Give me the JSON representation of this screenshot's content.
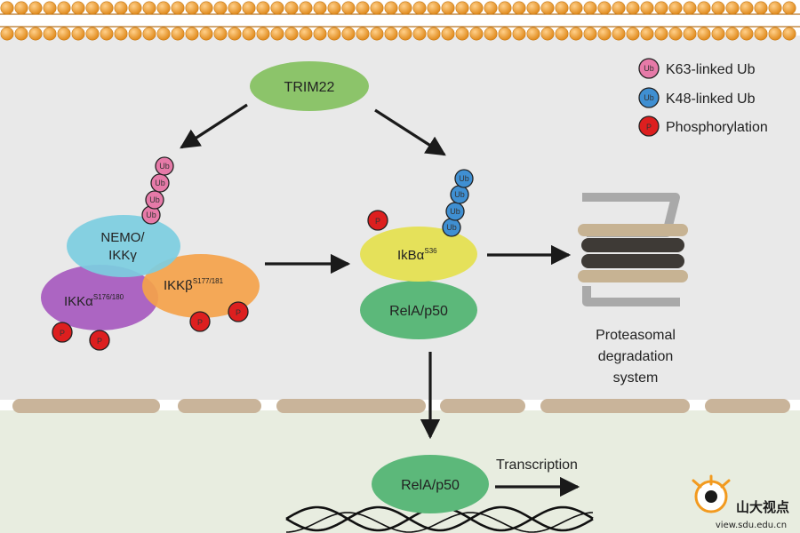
{
  "legend": {
    "k63": "K63-linked Ub",
    "k48": "K48-linked Ub",
    "phos": "Phosphorylation",
    "ub_glyph": "Ub",
    "p_glyph": "P"
  },
  "nodes": {
    "trim22": "TRIM22",
    "nemo_line1": "NEMO/",
    "nemo_line2": "IKKγ",
    "ikka": "IKKα",
    "ikka_sup": "S176/180",
    "ikkb": "IKKβ",
    "ikkb_sup": "S177/181",
    "ikba": "IkBα",
    "ikba_sup": "S36",
    "rela_cyto": "RelA/p50",
    "rela_nuc": "RelA/p50",
    "proteasome_line1": "Proteasomal",
    "proteasome_line2": "degradation",
    "proteasome_line3": "system",
    "transcription": "Transcription"
  },
  "watermark": {
    "name": "山大视点",
    "url": "view.sdu.edu.cn"
  },
  "colors": {
    "membrane_bead": "#f0a030",
    "cytoplasm": "#e9e9e9",
    "nucleus": "#e8ede0",
    "nuclear_envelope": "#c9b49a",
    "trim22": "#8cc46a",
    "nemo": "#7ccde0",
    "ikka": "#a95ec0",
    "ikkb": "#f4a24a",
    "ikba": "#e5e15a",
    "rela": "#5cb87a",
    "ub_k63": "#e67aa8",
    "ub_k48": "#3f8fd2",
    "phos": "#dd1f1f",
    "proteasome_gray": "#a9a9a9",
    "proteasome_tan": "#c7b393",
    "proteasome_dark": "#3e3a36"
  }
}
